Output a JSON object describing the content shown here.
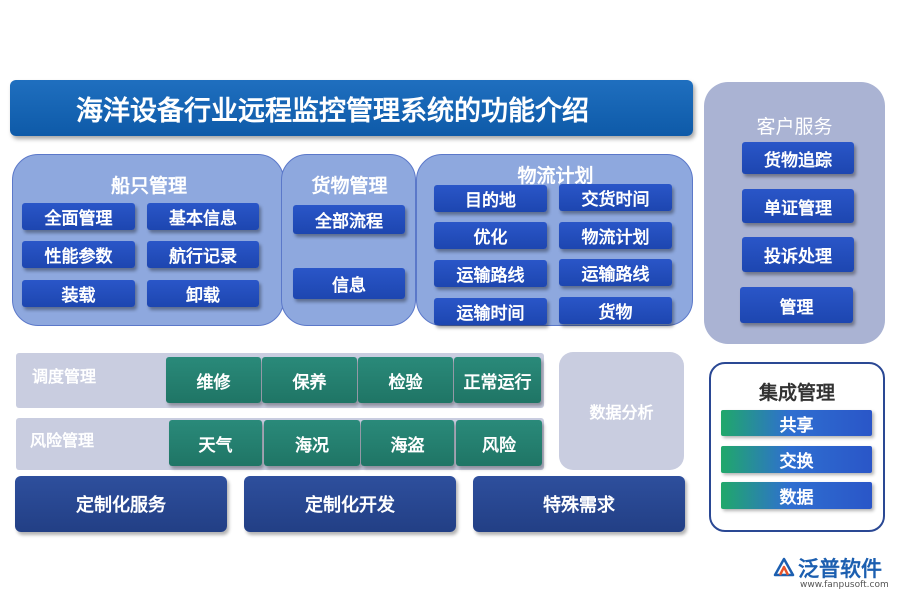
{
  "title": "海洋设备行业远程监控管理系统的功能介绍",
  "ship": {
    "title": "船只管理",
    "items": [
      "全面管理",
      "基本信息",
      "性能参数",
      "航行记录",
      "装载",
      "卸载"
    ]
  },
  "cargo": {
    "title": "货物管理",
    "items": [
      "全部流程",
      "信息"
    ]
  },
  "logistics": {
    "title": "物流计划",
    "items": [
      "目的地",
      "交货时间",
      "优化",
      "物流计划",
      "运输路线",
      "运输路线",
      "运输时间",
      "货物"
    ]
  },
  "customer": {
    "title": "客户服务",
    "items": [
      "货物追踪",
      "单证管理",
      "投诉处理",
      "管理"
    ]
  },
  "dispatch": {
    "label": "调度管理",
    "items": [
      "维修",
      "保养",
      "检验",
      "正常运行"
    ]
  },
  "risk": {
    "label": "风险管理",
    "items": [
      "天气",
      "海况",
      "海盗",
      "风险"
    ]
  },
  "analysis": {
    "label": "数据分析"
  },
  "bottom": [
    "定制化服务",
    "定制化开发",
    "特殊需求"
  ],
  "integration": {
    "title": "集成管理",
    "items": [
      "共享",
      "交换",
      "数据"
    ]
  },
  "brand": {
    "name": "泛普软件",
    "url": "www.fanpusoft.com"
  },
  "colors": {
    "title_blue": "#1565b8",
    "panel_blue": "#8ea8de",
    "button_blue": "#2a56c8",
    "teal": "#237f6f",
    "navy": "#2a4894",
    "grey_panel": "#c9cde0"
  }
}
